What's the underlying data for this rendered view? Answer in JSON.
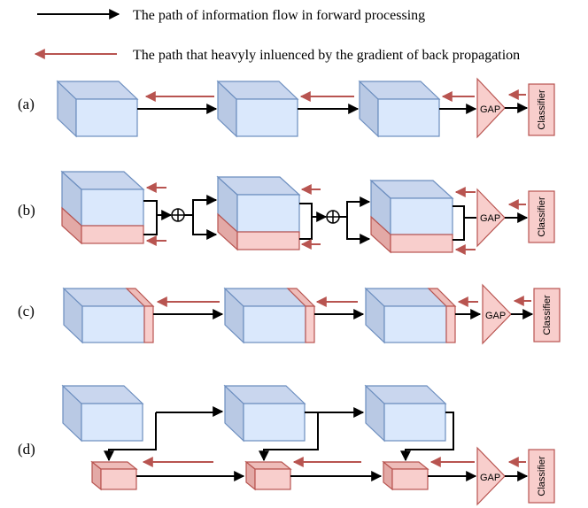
{
  "legend": {
    "forward": "The path of information flow in forward processing",
    "backward": "The path that heavyly inluenced by the gradient of back propagation"
  },
  "rows": [
    {
      "label": "(a)",
      "gap": "GAP",
      "classifier": "Classifier"
    },
    {
      "label": "(b)",
      "gap": "GAP",
      "classifier": "Classifier"
    },
    {
      "label": "(c)",
      "gap": "GAP",
      "classifier": "Classifier"
    },
    {
      "label": "(d)",
      "gap": "GAP",
      "classifier": "Classifier"
    }
  ],
  "colors": {
    "forward_arrow": "#000000",
    "backward_arrow": "#b85450",
    "feature_block": "#dae8fc",
    "feature_border": "#6c8ebf",
    "highlight_block": "#f8cecc",
    "highlight_border": "#b85450"
  }
}
